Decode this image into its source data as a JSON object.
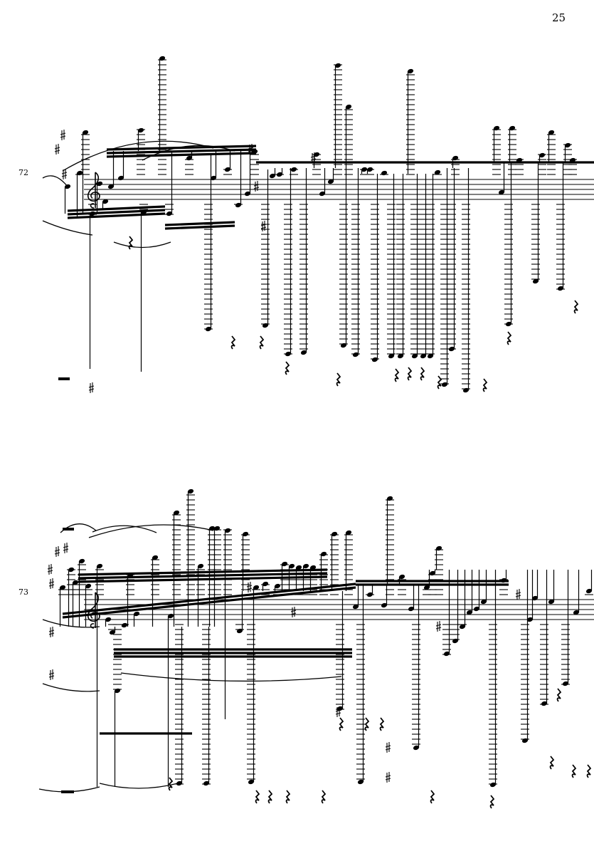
{
  "page": {
    "number": "25"
  },
  "systems": [
    {
      "measure_number": "72",
      "clef": "treble"
    },
    {
      "measure_number": "73",
      "clef": "treble"
    }
  ],
  "colors": {
    "ink": "#000000",
    "paper": "#ffffff"
  }
}
